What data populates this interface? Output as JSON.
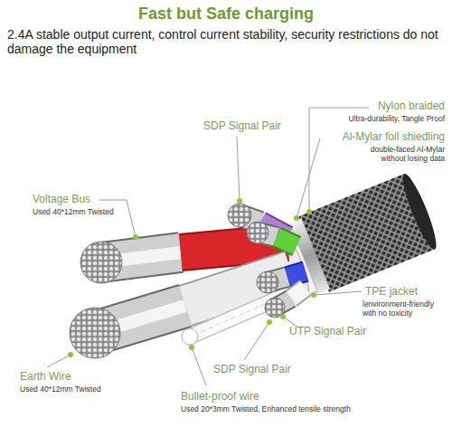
{
  "diagram": {
    "title": "Fast but Safe charging",
    "labels": [
      "2.4A stable output current, control current stability, security restrictions do not damage the equipment",
      "Nylon braided",
      "Ultra-durability, Tangle Proof",
      "Al-Mylar foil shiedling",
      "double-faced Al-Mylar without losing data",
      "SDP Signal Pair",
      "Voltage Bus",
      "Used 40*12mm Twisted",
      "TPE jacket",
      "lenvironment-friendly with no toxicity",
      "UTP Signal Pair",
      "SDP Signal Pair",
      "Earth Wire",
      "Used 40*12mm Twisted",
      "Bullet-proof wire",
      "Used 20*3mm Twisted, Enhanced tensile strength"
    ]
  }
}
